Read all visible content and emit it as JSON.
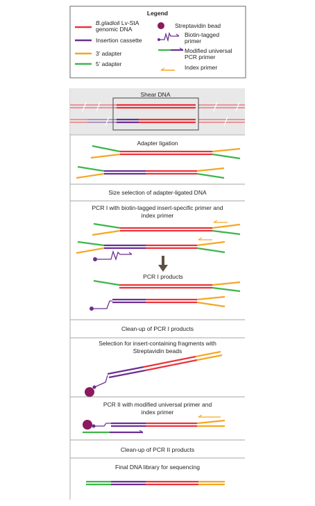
{
  "legend": {
    "title": "Legend",
    "items": {
      "genomic_italic": "B.gladioli",
      "genomic_rest": " Lv-StA",
      "genomic_line2": "genomic DNA",
      "insertion": "Insertion cassette",
      "adapter3": "3’ adapter",
      "adapter5": "5’ adapter",
      "bead": "Streptavidin bead",
      "biotin_line1": "Biotin-tagged",
      "biotin_line2": "primer",
      "universal_line1": "Modified universal",
      "universal_line2": "PCR primer",
      "index": "Index primer"
    }
  },
  "steps": {
    "shear": "Shear DNA",
    "ligation": "Adapter ligation",
    "size_selection": "Size selection of adapter-ligated DNA",
    "pcr1_line1": "PCR I with biotin-tagged insert-specific primer and",
    "pcr1_line2": "index primer",
    "pcr1_products": "PCR I products",
    "cleanup1": "Clean-up of PCR I products",
    "selection_line1": "Selection for insert-containing fragments with",
    "selection_line2": "Streptavidin beads",
    "pcr2_line1": "PCR II with modified universal primer and",
    "pcr2_line2": "index primer",
    "cleanup2": "Clean-up of PCR II products",
    "final": "Final DNA library for sequencing"
  },
  "colors": {
    "genomic": "#e8323c",
    "insertion": "#6a2f92",
    "adapter3": "#f5a623",
    "adapter5": "#3cb54a",
    "bead": "#8b1a5e",
    "arrow": "#5e5140",
    "shaded_panel": "#e8e8e8",
    "divider": "#888888"
  }
}
